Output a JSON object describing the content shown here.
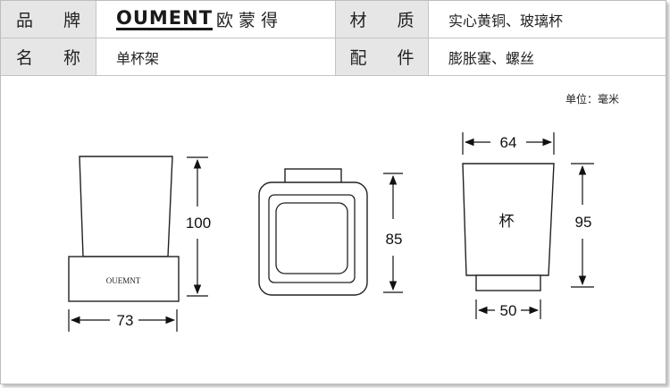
{
  "table": {
    "brand_label": "品 牌",
    "brand_logo_text": "OUMENT",
    "brand_cn": "欧蒙得",
    "material_label": "材 质",
    "material_value": "实心黄铜、玻璃杯",
    "name_label": "名 称",
    "name_value": "单杯架",
    "accessory_label": "配 件",
    "accessory_value": "膨胀塞、螺丝"
  },
  "unit_text": "单位：毫米",
  "drawings": {
    "front": {
      "height": "100",
      "width": "73",
      "base_text": "OUEMNT"
    },
    "top": {
      "depth": "85"
    },
    "cup": {
      "top_width": "64",
      "height": "95",
      "bottom_width": "50",
      "label": "杯"
    }
  },
  "colors": {
    "label_bg": "#e6e6e6",
    "line": "#222222",
    "border": "#c4c4c4"
  }
}
